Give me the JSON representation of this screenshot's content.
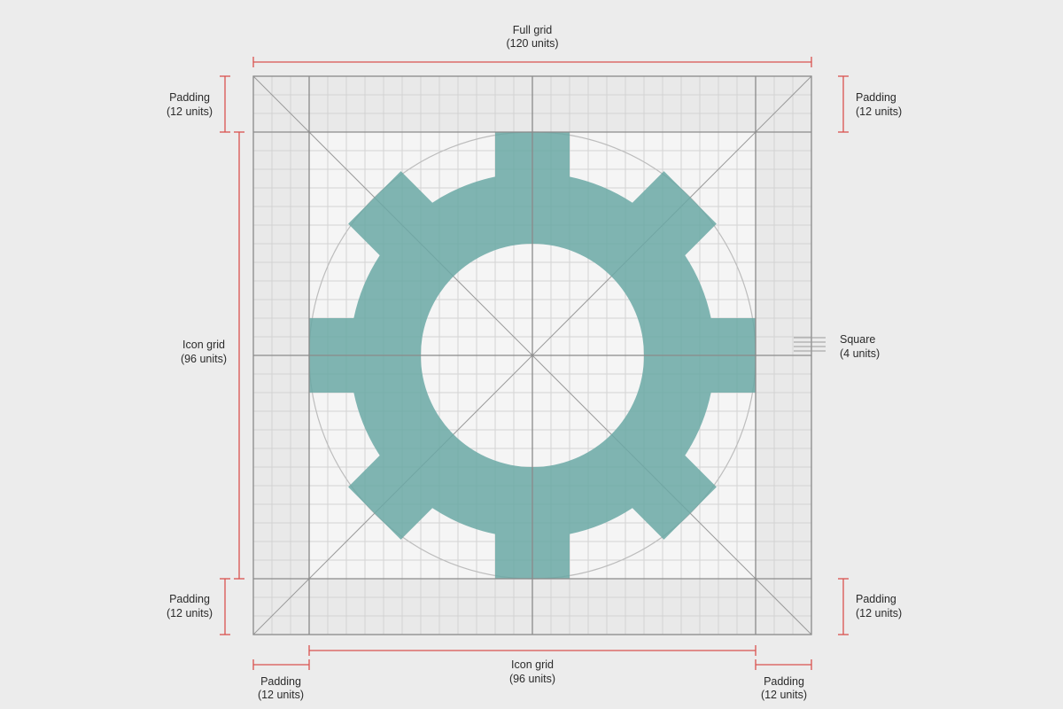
{
  "labels": {
    "full_grid": {
      "title": "Full grid",
      "units": "(120 units)"
    },
    "icon_grid_left": {
      "title": "Icon grid",
      "units": "(96 units)"
    },
    "icon_grid_bottom": {
      "title": "Icon grid",
      "units": "(96 units)"
    },
    "padding": {
      "title": "Padding",
      "units": "(12 units)"
    },
    "square": {
      "title": "Square",
      "units": "(4 units)"
    }
  },
  "grid": {
    "full_units": 120,
    "padding_units": 12,
    "icon_units": 96,
    "square_units": 4
  },
  "colors": {
    "background": "#ececec",
    "grid_outer": "#e9e9e9",
    "grid_inner": "#f5f5f5",
    "minor_line": "#d3d3d3",
    "major_line": "#8a8a8a",
    "gear": "#6aa8a4",
    "dimension": "#d9534f"
  },
  "icon": "gear-icon"
}
